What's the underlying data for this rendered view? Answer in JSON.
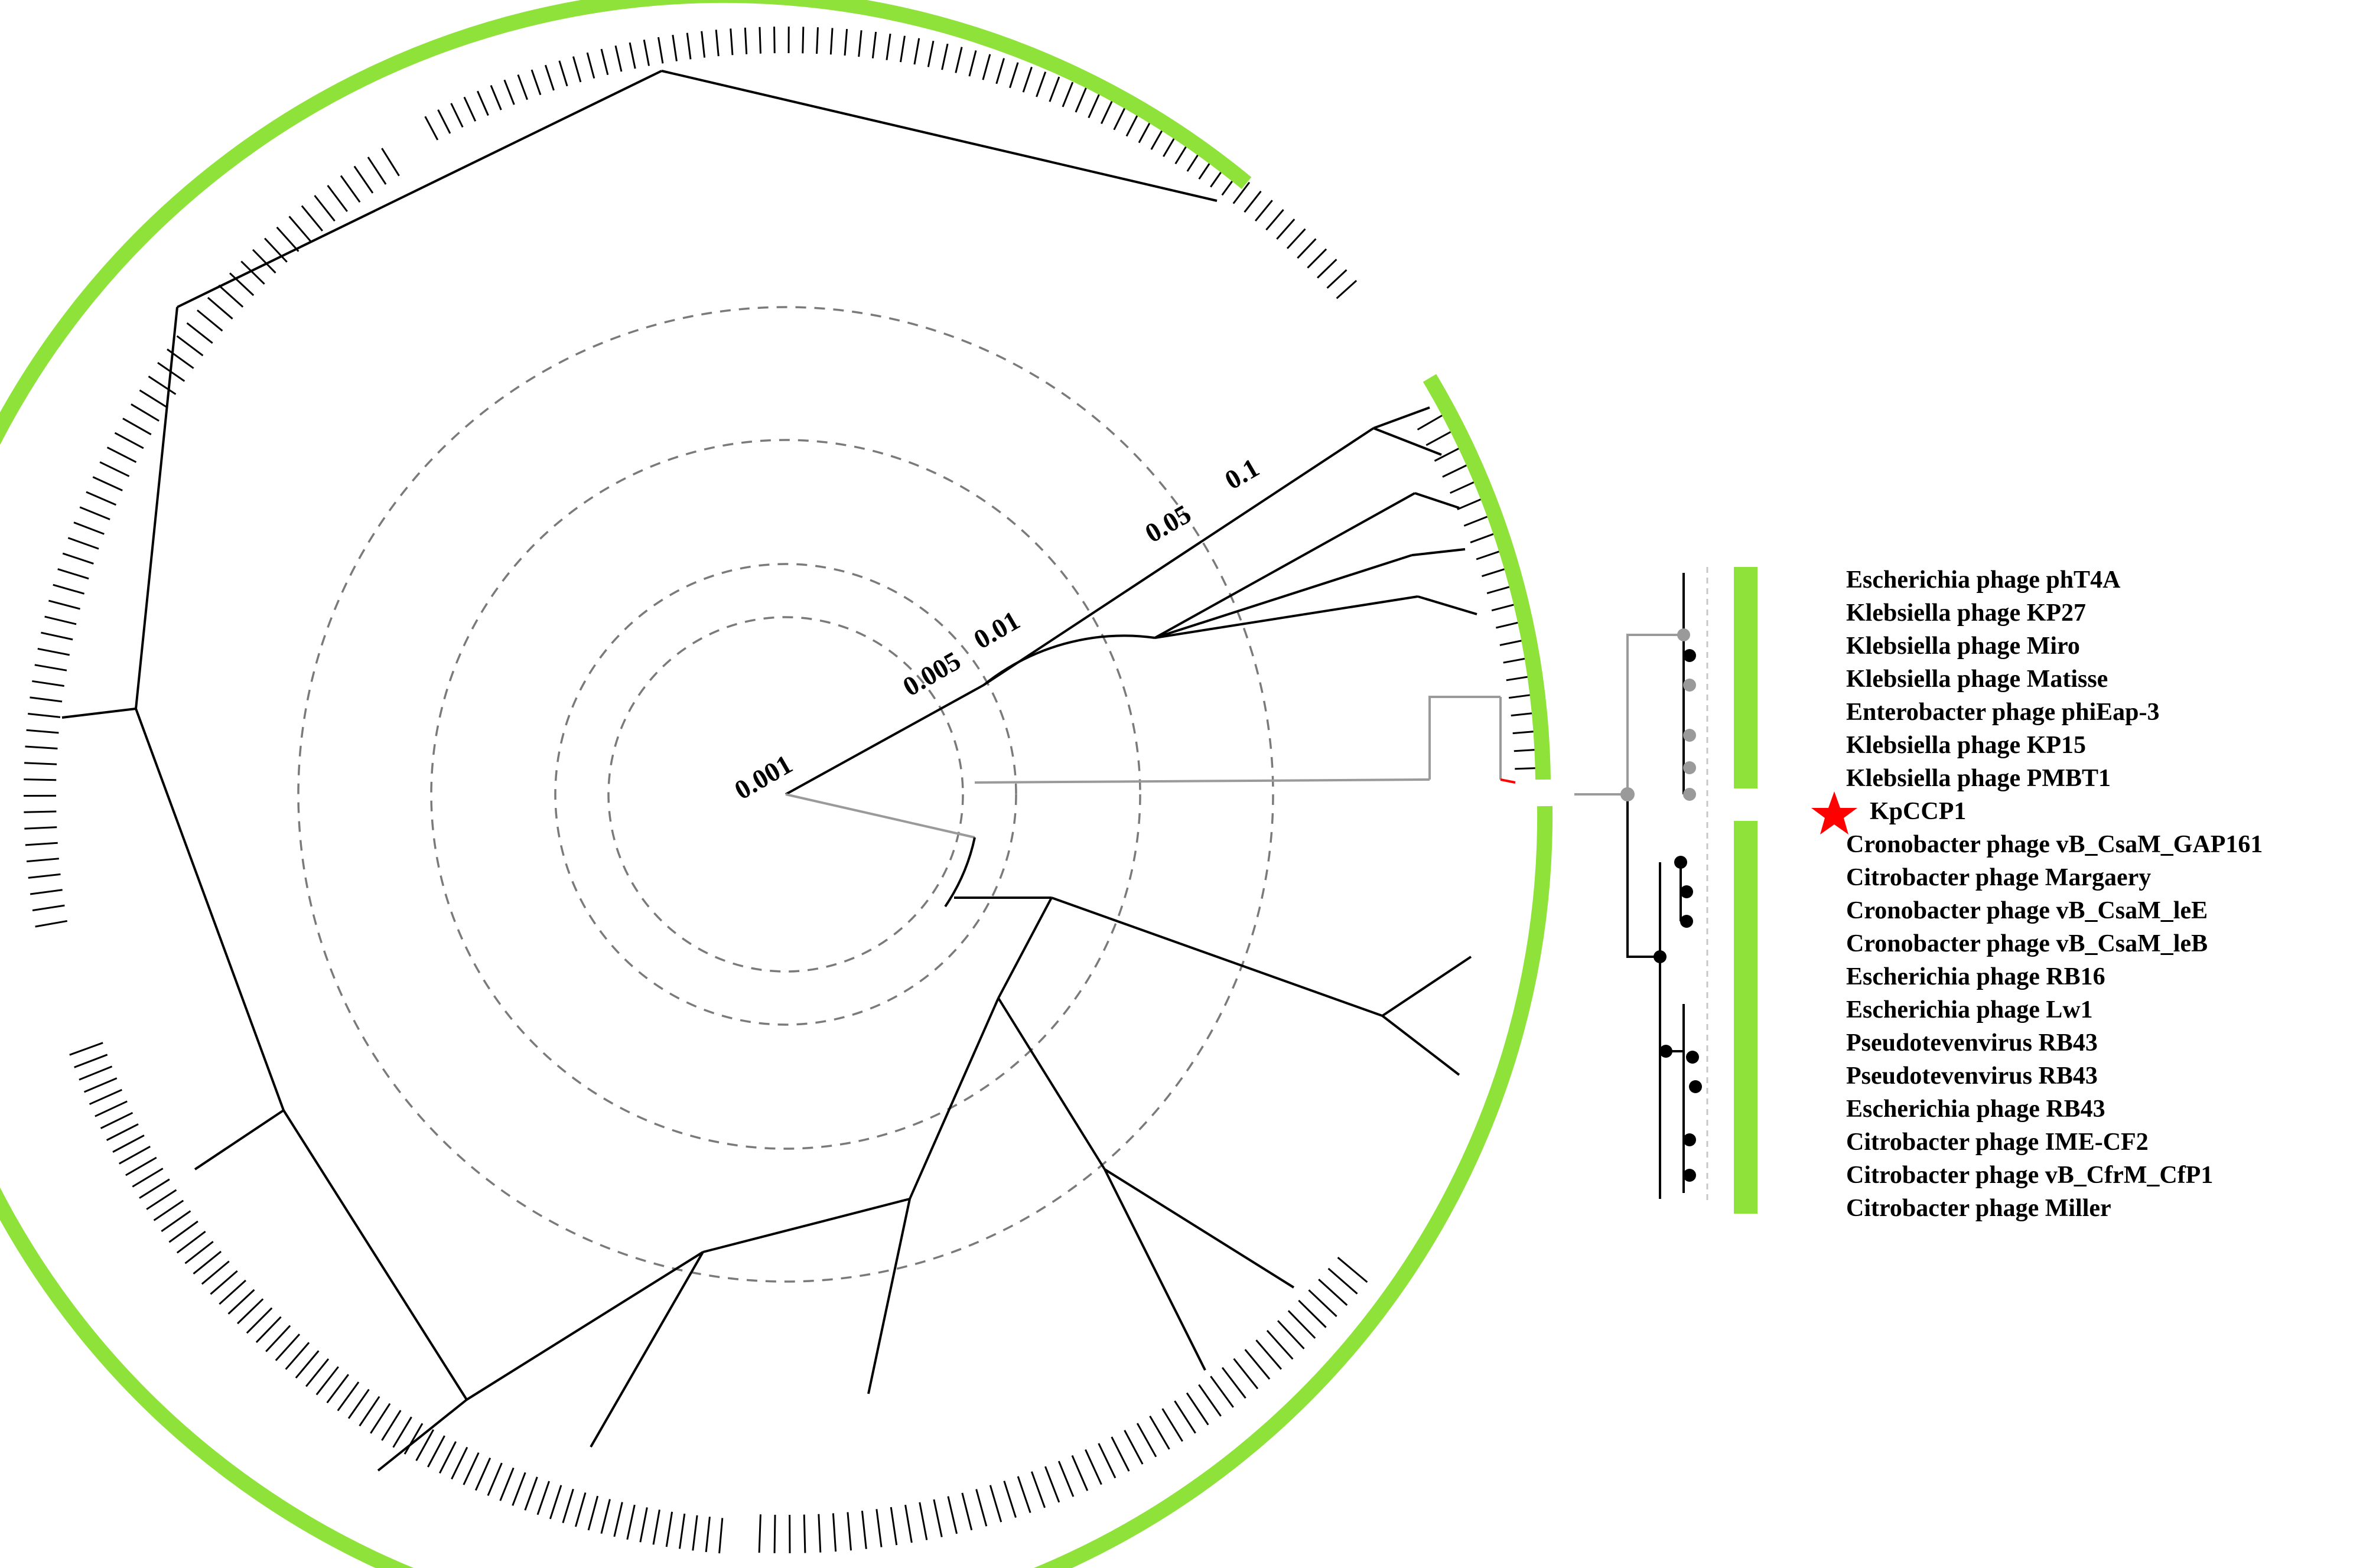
{
  "scale_ticks": [
    "0.001",
    "0.005",
    "0.01",
    "0.05",
    "0.1"
  ],
  "highlight": {
    "label": "KpCCP1",
    "marker": "red-star",
    "color": "#ff0000"
  },
  "colors": {
    "clade": "#8fe23a",
    "branch": "#000000",
    "branch_subclade": "#9a9a9a",
    "ring": "#7a7a7a"
  },
  "subtree": {
    "taxa": [
      "Escherichia phage phT4A",
      "Klebsiella phage KP27",
      "Klebsiella phage Miro",
      "Klebsiella phage Matisse",
      "Enterobacter phage phiEap-3",
      "Klebsiella phage KP15",
      "Klebsiella phage PMBT1",
      "KpCCP1",
      "Cronobacter phage vB_CsaM_GAP161",
      "Citrobacter phage Margaery",
      "Cronobacter phage vB_CsaM_leE",
      "Cronobacter phage vB_CsaM_leB",
      "Escherichia phage RB16",
      "Escherichia phage Lw1",
      "Pseudotevenvirus RB43",
      "Pseudotevenvirus RB43",
      "Escherichia phage RB43",
      "Citrobacter phage IME-CF2",
      "Citrobacter phage vB_CfrM_CfP1",
      "Citrobacter phage Miller"
    ]
  }
}
